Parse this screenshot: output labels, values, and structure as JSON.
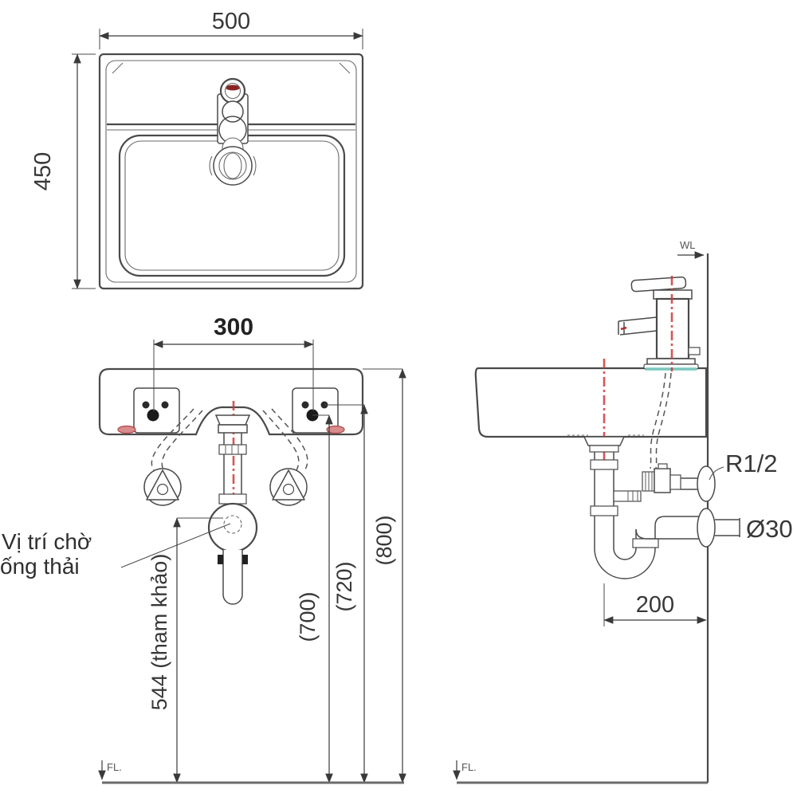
{
  "drawing": {
    "type": "washbasin installation dimensional diagram",
    "views": [
      "top view",
      "front (rear) installation view",
      "side installation view"
    ],
    "colors": {
      "line": "#4a4a4a",
      "dimension_text": "#383838",
      "centerline_red": "#cc3a3a",
      "handle_mark_red": "#8a2424",
      "slot_red_fill": "#d98c8c",
      "slot_red_stroke": "#b04848",
      "gasket_teal": "#7ccfc6",
      "background": "#ffffff"
    },
    "top_view": {
      "width": "500",
      "depth": "450"
    },
    "front_view": {
      "hole_pitch": "300",
      "height_rim": "(800)",
      "height_upper_bolt": "(720)",
      "height_lower_bolt": "(700)",
      "drain_height": "544 (tham khảo)",
      "note_line1": "Vị trí chờ",
      "note_line2": "ống thải",
      "floor_label": "FL."
    },
    "side_view": {
      "wall_label": "WL",
      "floor_label": "FL.",
      "supply_thread": "R1/2",
      "drain_pipe_diameter": "Ø30",
      "trap_wall_offset": "200"
    }
  }
}
